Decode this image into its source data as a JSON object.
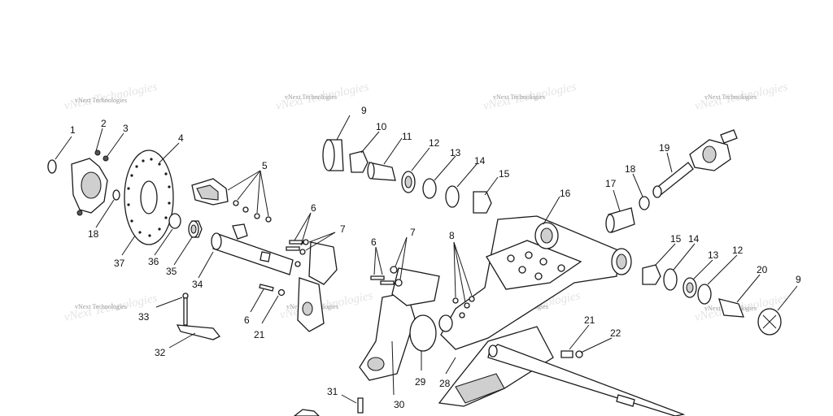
{
  "watermark": "vNext Technologies",
  "labels": [
    {
      "id": "1",
      "text": "1"
    },
    {
      "id": "2",
      "text": "2"
    },
    {
      "id": "3",
      "text": "3"
    },
    {
      "id": "4",
      "text": "4"
    },
    {
      "id": "5",
      "text": "5"
    },
    {
      "id": "6a",
      "text": "6"
    },
    {
      "id": "7a",
      "text": "7"
    },
    {
      "id": "9a",
      "text": "9"
    },
    {
      "id": "10",
      "text": "10"
    },
    {
      "id": "11",
      "text": "11"
    },
    {
      "id": "12a",
      "text": "12"
    },
    {
      "id": "13a",
      "text": "13"
    },
    {
      "id": "14a",
      "text": "14"
    },
    {
      "id": "15a",
      "text": "15"
    },
    {
      "id": "16",
      "text": "16"
    },
    {
      "id": "17",
      "text": "17"
    },
    {
      "id": "18a",
      "text": "18"
    },
    {
      "id": "19",
      "text": "19"
    },
    {
      "id": "18b",
      "text": "18"
    },
    {
      "id": "37",
      "text": "37"
    },
    {
      "id": "36",
      "text": "36"
    },
    {
      "id": "35",
      "text": "35"
    },
    {
      "id": "34",
      "text": "34"
    },
    {
      "id": "6b",
      "text": "6"
    },
    {
      "id": "7b",
      "text": "7"
    },
    {
      "id": "8",
      "text": "8"
    },
    {
      "id": "15b",
      "text": "15"
    },
    {
      "id": "14b",
      "text": "14"
    },
    {
      "id": "13b",
      "text": "13"
    },
    {
      "id": "12b",
      "text": "12"
    },
    {
      "id": "20",
      "text": "20"
    },
    {
      "id": "9b",
      "text": "9"
    },
    {
      "id": "33",
      "text": "33"
    },
    {
      "id": "6c",
      "text": "6"
    },
    {
      "id": "21a",
      "text": "21"
    },
    {
      "id": "32",
      "text": "32"
    },
    {
      "id": "29",
      "text": "29"
    },
    {
      "id": "28",
      "text": "28"
    },
    {
      "id": "21b",
      "text": "21"
    },
    {
      "id": "22",
      "text": "22"
    },
    {
      "id": "31",
      "text": "31"
    },
    {
      "id": "30",
      "text": "30"
    }
  ]
}
